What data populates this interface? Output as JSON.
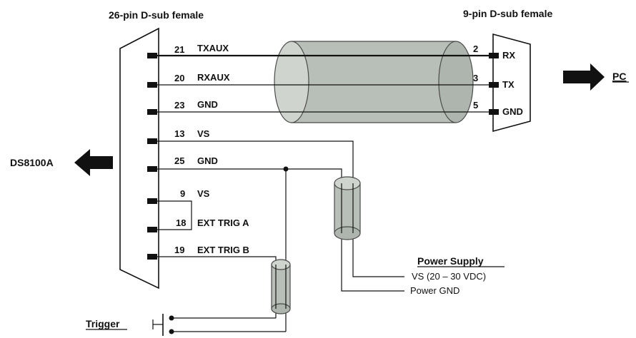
{
  "headers": {
    "left_connector": "26-pin D-sub female",
    "right_connector": "9-pin D-sub female"
  },
  "left_pins": [
    {
      "num": "21",
      "label": "TXAUX"
    },
    {
      "num": "20",
      "label": "RXAUX"
    },
    {
      "num": "23",
      "label": "GND"
    },
    {
      "num": "13",
      "label": "VS"
    },
    {
      "num": "25",
      "label": "GND"
    },
    {
      "num": "9",
      "label": "VS"
    },
    {
      "num": "18",
      "label": "EXT TRIG A"
    },
    {
      "num": "19",
      "label": "EXT TRIG B"
    }
  ],
  "right_pins": [
    {
      "num": "2",
      "label": "RX"
    },
    {
      "num": "3",
      "label": "TX"
    },
    {
      "num": "5",
      "label": "GND"
    }
  ],
  "arrows": {
    "left": "DS8100A",
    "right": "PC"
  },
  "power_supply": {
    "title": "Power Supply",
    "vs": "VS  (20 – 30 VDC)",
    "gnd": "Power GND"
  },
  "trigger": {
    "label": "Trigger"
  },
  "colors": {
    "line": "#111111",
    "cable_fill": "#b8bfb8",
    "cable_stroke": "#4a4a4a"
  }
}
